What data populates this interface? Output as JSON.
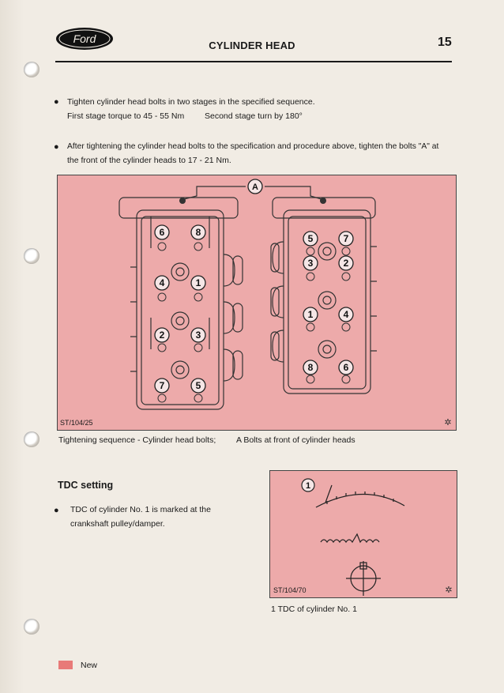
{
  "header": {
    "brand": "Ford",
    "title": "CYLINDER HEAD",
    "page_number": "15"
  },
  "bullets": [
    {
      "line1": "Tighten cylinder head bolts in two stages in the specified sequence.",
      "line2a": "First stage torque to 45 - 55 Nm",
      "line2b": "Second stage turn by 180°"
    },
    {
      "line1": "After tightening the cylinder head bolts to the specification and procedure above, tighten the bolts \"A\" at",
      "line2": "the front of the cylinder heads to 17 - 21 Nm."
    }
  ],
  "figure1": {
    "ref": "ST/104/25",
    "callout": "A",
    "left_head_numbers": [
      "6",
      "8",
      "4",
      "1",
      "2",
      "3",
      "7",
      "5"
    ],
    "right_head_numbers": [
      "5",
      "7",
      "3",
      "2",
      "1",
      "4",
      "8",
      "6"
    ],
    "caption_left": "Tightening sequence - Cylinder head bolts;",
    "caption_right": "A  Bolts at front of cylinder heads"
  },
  "section": {
    "heading": "TDC setting",
    "bullet_line1": "TDC of cylinder No. 1 is marked at the",
    "bullet_line2": "crankshaft pulley/damper."
  },
  "figure2": {
    "ref": "ST/104/70",
    "callout": "1",
    "caption": "1  TDC of cylinder No. 1"
  },
  "footer": {
    "legend_label": "New",
    "legend_color": "#e87a78"
  },
  "colors": {
    "figure_background": "#edaaaa",
    "paper": "#f1ece4"
  }
}
